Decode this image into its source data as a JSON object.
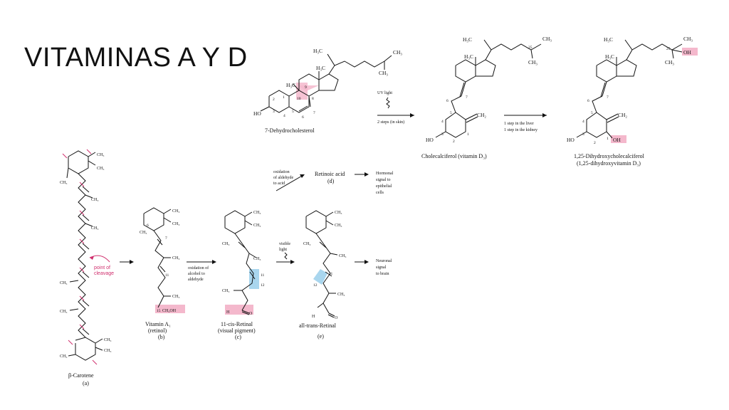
{
  "slide": {
    "title": "VITAMINAS A Y D"
  },
  "colors": {
    "highlight_pink": "#f4b8cc",
    "highlight_blue": "#a9d6ee",
    "cleavage_pink": "#d0306e"
  },
  "vitamin_d": {
    "dehydrocholesterol": {
      "name": "7-Dehydrocholesterol",
      "h3c_top": "H₃C",
      "ch3_top": "CH₃",
      "h3c_mid": "H₃C",
      "ch3_right": "CH₃",
      "h3c_ring": "H₃C",
      "ho": "HO",
      "ring_numbers": [
        "1",
        "2",
        "3",
        "4",
        "5",
        "6",
        "7",
        "8",
        "9",
        "10"
      ]
    },
    "step1": {
      "uv": "UV light",
      "steps": "2 steps (in skin)"
    },
    "cholecalciferol": {
      "name": "Cholecalciferol (vitamin D₃)",
      "h3c_top": "H₃C",
      "ch3_top": "CH₃",
      "h3c_mid": "H₃C",
      "ch3_right": "CH₃",
      "n25": "25",
      "ch2": "CH₂",
      "ho": "HO",
      "ring_numbers": [
        "1",
        "2",
        "3",
        "4",
        "5",
        "6",
        "7"
      ]
    },
    "step2": {
      "liver": "1 step in the liver",
      "kidney": "1 step in the kidney"
    },
    "calcitriol": {
      "name": "1,25-Dihydroxycholecalciferol",
      "name2": "(1,25-dihydroxyvitamin D₃)",
      "h3c_top": "H₃C",
      "ch3_top": "CH₃",
      "h3c_mid": "H₃C",
      "ch3_right": "CH₃",
      "oh_top": "OH",
      "n25": "25",
      "ch2": "CH₂",
      "ho": "HO",
      "oh_ring": "OH",
      "ring_numbers": [
        "1",
        "2",
        "3",
        "4",
        "5",
        "6",
        "7"
      ]
    }
  },
  "vitamin_a": {
    "carotene": {
      "name": "β-Carotene",
      "letter": "(a)",
      "ch3": "CH₃",
      "cleavage": "point of\ncleavage"
    },
    "retinol": {
      "name": "Vitamin A₁",
      "name2": "(retinol)",
      "letter": "(b)",
      "ch3": "CH₃",
      "ch2oh": "CH₂OH",
      "n15": "15",
      "n11": "11",
      "n7": "7",
      "n6": "6"
    },
    "step_ox1": {
      "line1": "oxidation of",
      "line2": "alcohol to",
      "line3": "aldehyde"
    },
    "cis_retinal": {
      "name": "11-cis-Retinal",
      "name2": "(visual pigment)",
      "letter": "(c)",
      "ch3": "CH₃",
      "h": "H",
      "o": "O",
      "n11": "11",
      "n12": "12"
    },
    "step_light": {
      "line1": "visible",
      "line2": "light"
    },
    "trans_retinal": {
      "name": "all-trans-Retinal",
      "letter": "(e)",
      "ch3": "CH₃",
      "h": "H",
      "o": "O",
      "n11": "11",
      "n12": "12"
    },
    "step_ox2": {
      "line1": "oxidation",
      "line2": "of aldehyde",
      "line3": "to acid"
    },
    "retinoic": {
      "name": "Retinoic acid",
      "letter": "(d)"
    },
    "hormonal": {
      "line1": "Hormonal",
      "line2": "signal to",
      "line3": "epithelial",
      "line4": "cells"
    },
    "neuronal": {
      "line1": "Neuronal",
      "line2": "signal",
      "line3": "to brain"
    }
  }
}
